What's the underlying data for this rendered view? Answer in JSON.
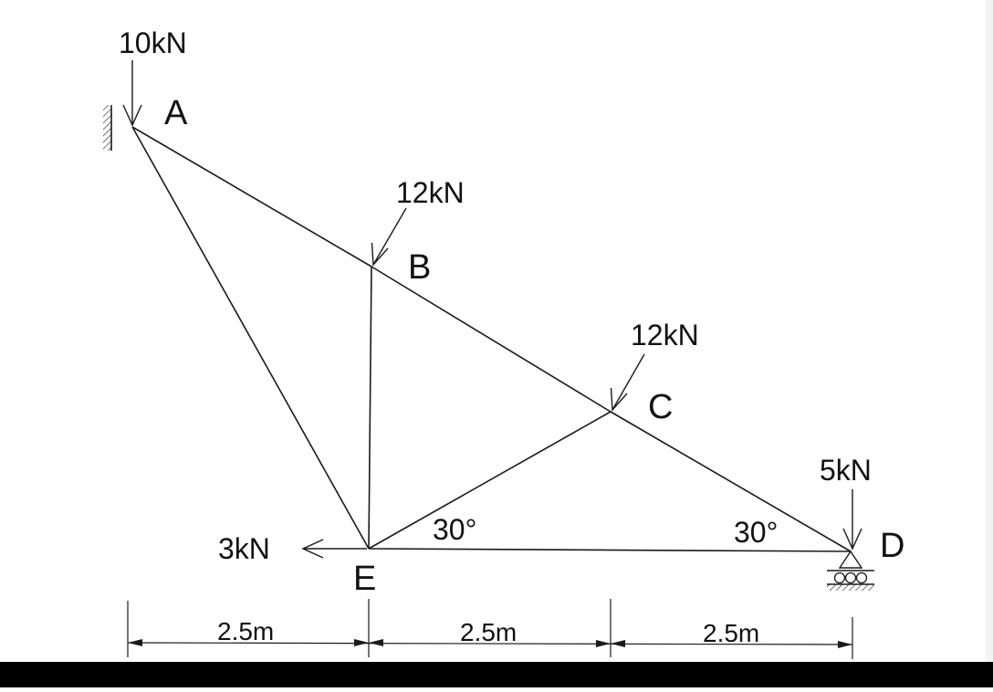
{
  "nodes": {
    "A": {
      "label": "A"
    },
    "B": {
      "label": "B"
    },
    "C": {
      "label": "C"
    },
    "D": {
      "label": "D"
    },
    "E": {
      "label": "E"
    }
  },
  "loads": {
    "a": "10kN",
    "b": "12kN",
    "c": "12kN",
    "d": "5kN",
    "e": "3kN"
  },
  "angles": {
    "at_e": "30°",
    "at_d": "30°"
  },
  "dimensions": [
    "2.5m",
    "2.5m",
    "2.5m"
  ],
  "colors": {
    "line": "#1a1a1a",
    "background": "#ffffff",
    "bottom_band": "#000000"
  }
}
